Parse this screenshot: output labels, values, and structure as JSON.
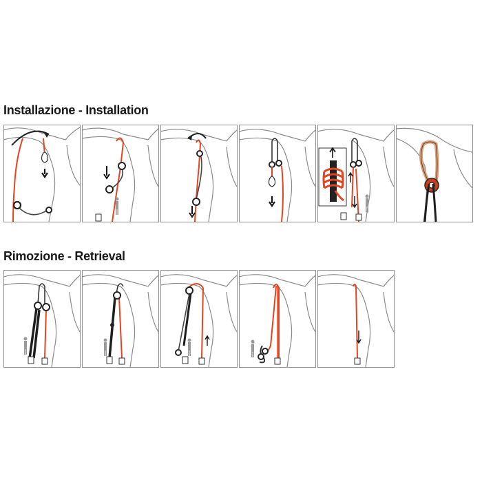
{
  "sections": [
    {
      "title": "Installazione - Installation",
      "panel_count": 6
    },
    {
      "title": "Rimozione - Retrieval",
      "panel_count": 5
    }
  ],
  "colors": {
    "rope_red": "#e2451f",
    "rope_black": "#1e1e1e",
    "ring_tan": "#d9a079",
    "outline": "#8a8a8a",
    "frame": "#8f8f8f",
    "figure_gray": "#9a9a9a"
  },
  "icons": [
    "tree-trunk-outline",
    "red-rope",
    "black-rope",
    "friction-saver-ring",
    "throw-bag",
    "direction-arrow",
    "climber-figure",
    "rope-bag"
  ]
}
